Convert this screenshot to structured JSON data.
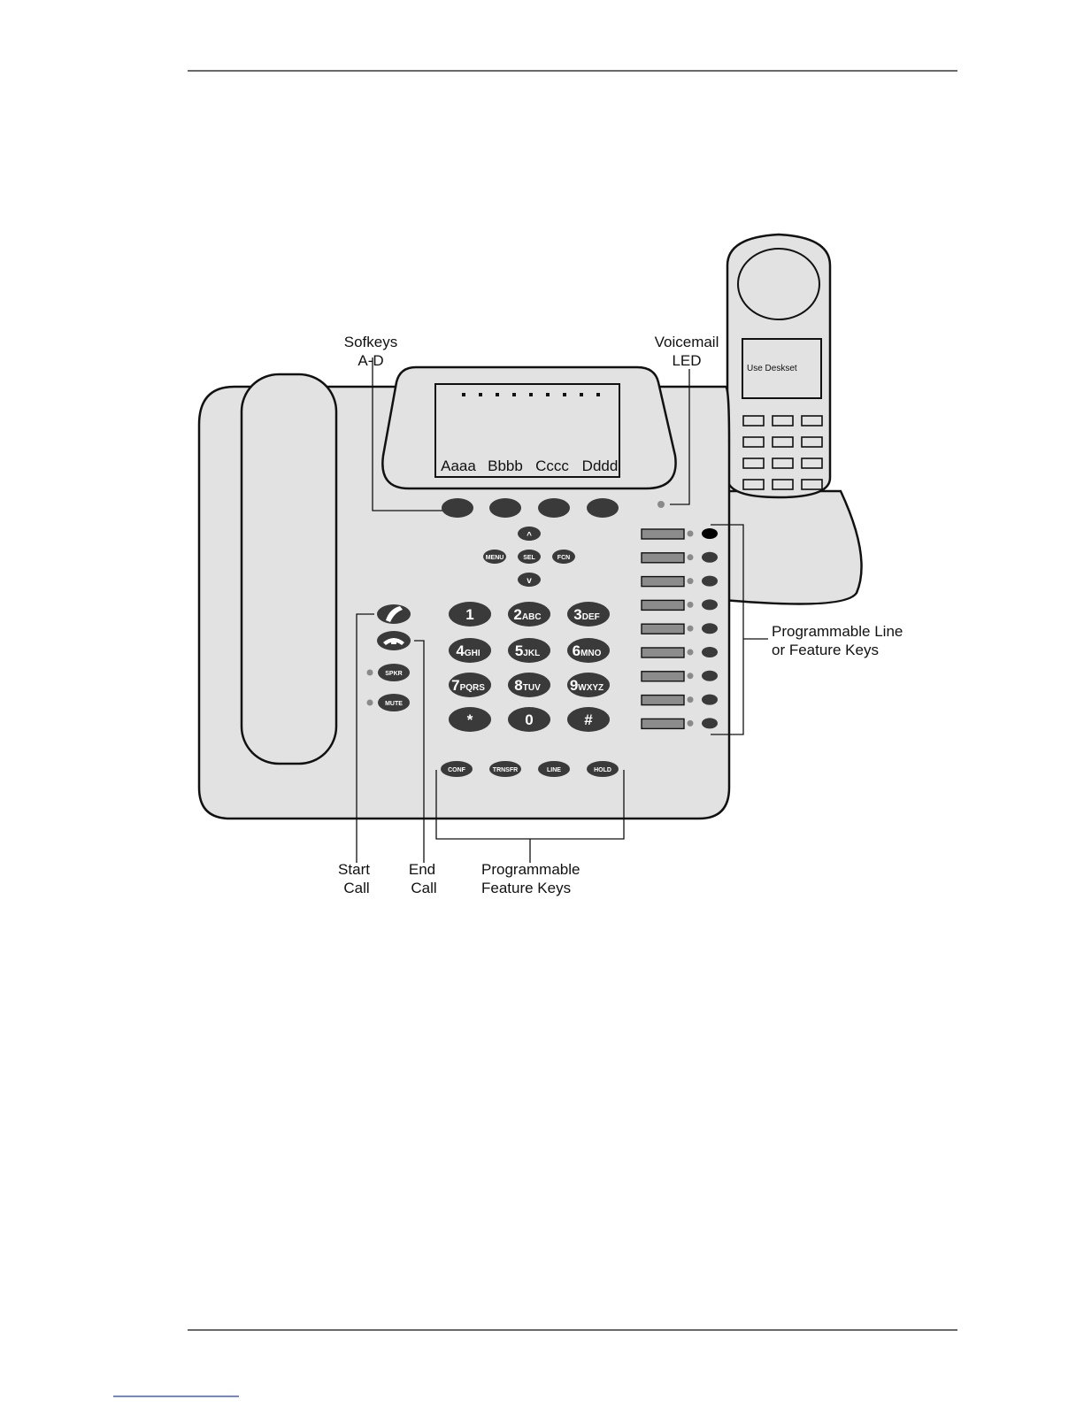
{
  "callouts": {
    "softkeys": [
      "Sofkeys",
      "A-D"
    ],
    "voicemail": [
      "Voicemail",
      "LED"
    ],
    "prog_line": [
      "Programmable Line",
      "or Feature Keys"
    ],
    "start_call": [
      "Start",
      "Call"
    ],
    "end_call": [
      "End",
      "Call"
    ],
    "prog_feature": [
      "Programmable",
      "Feature Keys"
    ]
  },
  "display": {
    "softkey_labels": [
      "Aaaa",
      "Bbbb",
      "Cccc",
      "Dddd"
    ]
  },
  "handset": {
    "screen_text": "Use Deskset"
  },
  "nav_keys": {
    "up": "^",
    "down": "v",
    "menu": "MENU",
    "sel": "SEL",
    "fcn": "FCN"
  },
  "call_keys": {
    "spkr": "SPKR",
    "mute": "MUTE"
  },
  "dialpad": [
    {
      "digit": "1",
      "letters": ""
    },
    {
      "digit": "2",
      "letters": "ABC"
    },
    {
      "digit": "3",
      "letters": "DEF"
    },
    {
      "digit": "4",
      "letters": "GHI"
    },
    {
      "digit": "5",
      "letters": "JKL"
    },
    {
      "digit": "6",
      "letters": "MNO"
    },
    {
      "digit": "7",
      "letters": "PQRS"
    },
    {
      "digit": "8",
      "letters": "TUV"
    },
    {
      "digit": "9",
      "letters": "WXYZ"
    },
    {
      "digit": "*",
      "letters": ""
    },
    {
      "digit": "0",
      "letters": ""
    },
    {
      "digit": "#",
      "letters": ""
    }
  ],
  "feature_keys": [
    "CONF",
    "TRNSFR",
    "LINE",
    "HOLD"
  ],
  "colors": {
    "body": "#e2e2e2",
    "key": "#3a3a3a",
    "outline": "#111111",
    "led": "#8a8a8a",
    "line_key": "#8c8c8c"
  }
}
